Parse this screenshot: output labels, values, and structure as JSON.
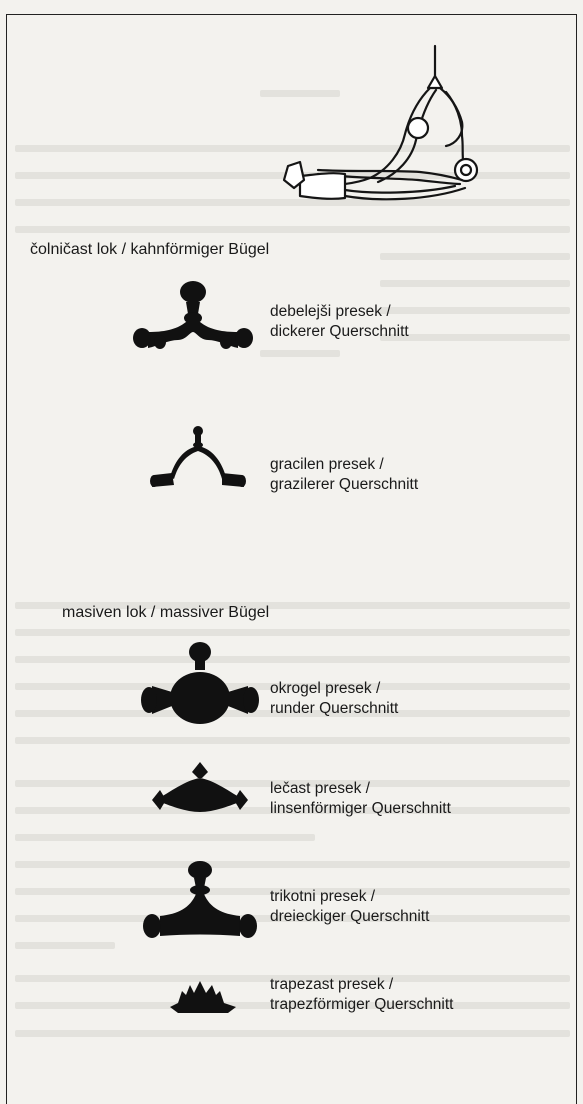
{
  "groups": [
    {
      "heading": "čolničast lok / kahnförmiger Bügel",
      "variants": [
        {
          "line1": "debelejši presek /",
          "line2": "dickerer Querschnitt"
        },
        {
          "line1": "gracilen presek /",
          "line2": "grazilerer Querschnitt"
        }
      ]
    },
    {
      "heading": "masiven lok / massiver Bügel",
      "variants": [
        {
          "line1": "okrogel presek /",
          "line2": "runder Querschnitt"
        },
        {
          "line1": "lečast presek /",
          "line2": "linsenförmiger Querschnitt"
        },
        {
          "line1": "trikotni presek /",
          "line2": "dreieckiger Querschnitt"
        },
        {
          "line1": "trapezast presek /",
          "line2": "trapezförmiger Querschnitt"
        }
      ]
    }
  ]
}
